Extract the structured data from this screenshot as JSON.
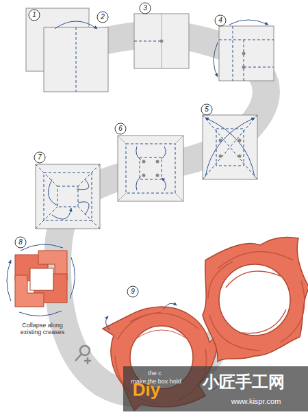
{
  "diagram": {
    "labels": [
      "1",
      "2",
      "3",
      "4",
      "5",
      "6",
      "7",
      "8",
      "9",
      "Collapse along existing creases",
      "the c",
      "make the box hold",
      "Diy",
      "小匠手工网",
      "www.kispr.com"
    ]
  }
}
